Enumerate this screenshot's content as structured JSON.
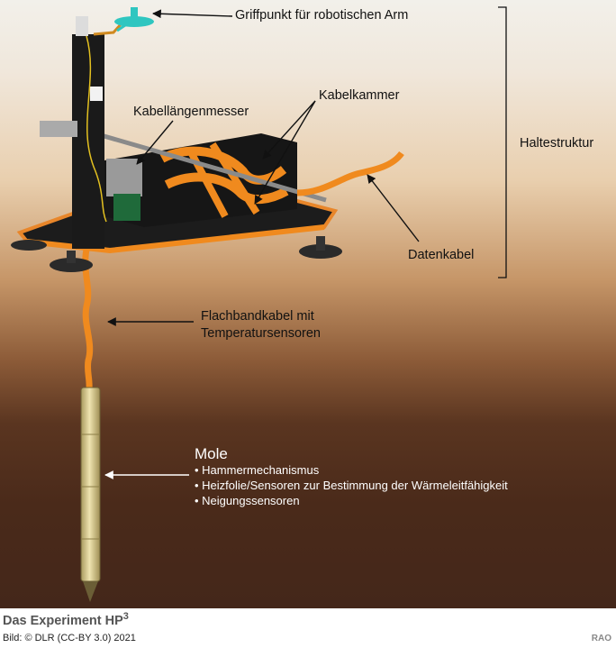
{
  "labels": {
    "grip_point": "Griffpunkt für robotischen Arm",
    "cable_length_meter": "Kabellängenmesser",
    "cable_chamber": "Kabelkammer",
    "support_structure": "Haltestruktur",
    "data_cable": "Datenkabel",
    "ribbon_cable_line1": "Flachbandkabel mit",
    "ribbon_cable_line2": "Temperatursensoren",
    "mole_title": "Mole",
    "mole_items": [
      "Hammermechanismus",
      "Heizfolie/Sensoren zur Bestimmung der Wärmeleitfähigkeit",
      "Neigungssensoren"
    ]
  },
  "footer": {
    "title": "Das Experiment HP",
    "title_superscript": "3",
    "credit": "Bild:  ©   DLR (CC-BY 3.0) 2021",
    "agency": "RAO"
  },
  "colors": {
    "orange": "#f08a1e",
    "structure_dark": "#181818",
    "mole_tube": "#d9c98a"
  }
}
